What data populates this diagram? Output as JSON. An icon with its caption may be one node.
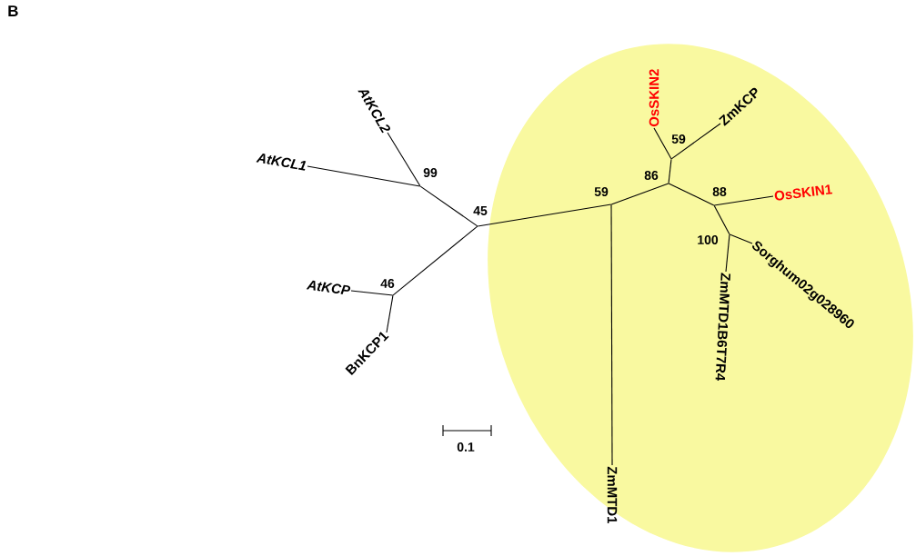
{
  "diagram": {
    "nodes": [
      {
        "text": [],
        "shape": "ellipse"
      },
      {
        "text": [
          "AtKCL2"
        ]
      },
      {
        "text": [
          "AtKCL1"
        ]
      },
      {
        "text": [
          "99"
        ]
      },
      {
        "text": [
          "45"
        ]
      },
      {
        "text": [
          "AtKCP"
        ]
      },
      {
        "text": [
          "46"
        ]
      },
      {
        "text": [
          "BnKCP1"
        ]
      },
      {
        "text": [
          "OsSKIN2"
        ],
        "in": 0
      },
      {
        "text": [
          "ZmKCP"
        ],
        "in": 0
      },
      {
        "text": [
          "59"
        ],
        "in": 0
      },
      {
        "text": [
          "86"
        ],
        "in": 0
      },
      {
        "text": [
          "59"
        ],
        "in": 0
      },
      {
        "text": [
          "88"
        ],
        "in": 0
      },
      {
        "text": [
          "OsSKIN1"
        ],
        "in": 0
      },
      {
        "text": [
          "100"
        ],
        "in": 0
      },
      {
        "text": [
          "Sorghum02g028960"
        ],
        "in": 0
      },
      {
        "text": [
          "ZmMTD1B6T7R4"
        ],
        "in": 0
      },
      {
        "text": [
          "ZmMTD1"
        ],
        "in": 0
      }
    ],
    "edges": [
      {
        "from": 3,
        "to": 1,
        "arrow": "none"
      },
      {
        "from": 3,
        "to": 2,
        "arrow": "none"
      },
      {
        "from": 4,
        "to": 3,
        "arrow": "none"
      },
      {
        "from": 4,
        "to": 6,
        "arrow": "none"
      },
      {
        "from": 6,
        "to": 5,
        "arrow": "none"
      },
      {
        "from": 6,
        "to": 7,
        "arrow": "none"
      },
      {
        "from": 4,
        "to": 12,
        "arrow": "none"
      },
      {
        "from": 12,
        "to": 18,
        "arrow": "none"
      },
      {
        "from": 12,
        "to": 11,
        "arrow": "none"
      },
      {
        "from": 11,
        "to": 10,
        "arrow": "none"
      },
      {
        "from": 10,
        "to": 8,
        "arrow": "none"
      },
      {
        "from": 10,
        "to": 9,
        "arrow": "none"
      },
      {
        "from": 11,
        "to": 13,
        "arrow": "none"
      },
      {
        "from": 13,
        "to": 14,
        "arrow": "none"
      },
      {
        "from": 13,
        "to": 15,
        "arrow": "none"
      },
      {
        "from": 15,
        "to": 16,
        "arrow": "none"
      },
      {
        "from": 15,
        "to": 17,
        "arrow": "none"
      }
    ],
    "labels": [
      "B",
      "0.1"
    ]
  }
}
